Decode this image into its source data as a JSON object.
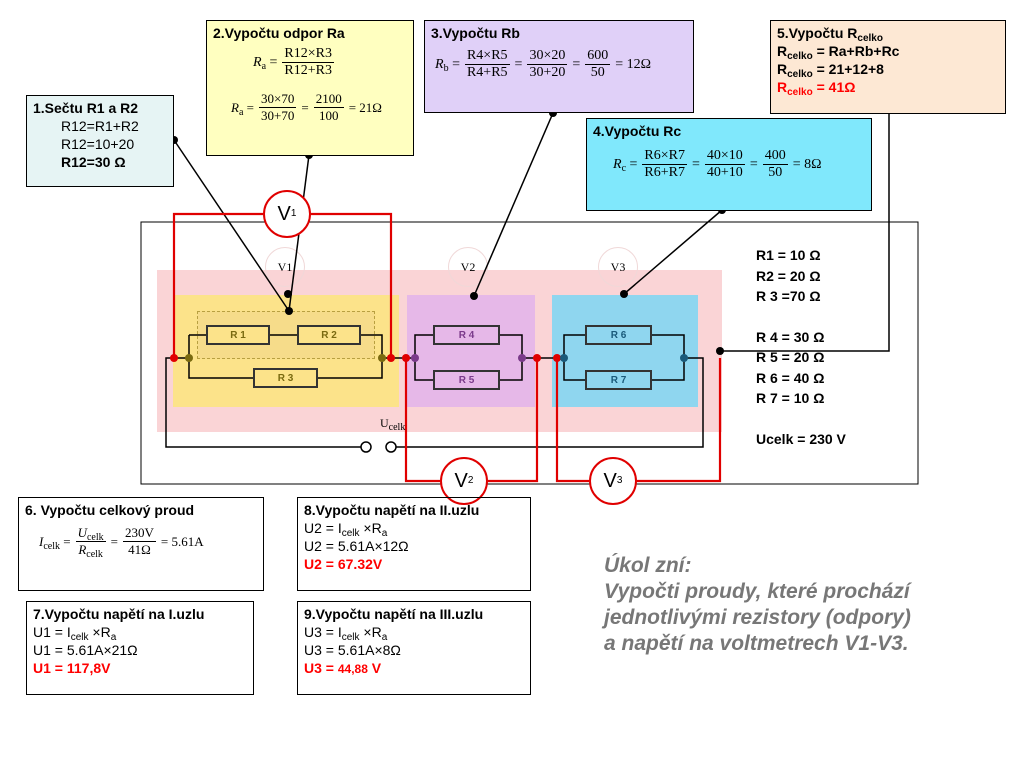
{
  "box1": {
    "title": "1.Sečtu R1 a R2",
    "line1": "R12=R1+R2",
    "line2": "R12=10+20",
    "result": "R12=30 Ω"
  },
  "box2": {
    "title": "2.Vypočtu odpor Ra",
    "f1_num": "R12×R3",
    "f1_den": "R12+R3",
    "f2_num1": "30×70",
    "f2_den1": "30+70",
    "f2_num2": "2100",
    "f2_den2": "100",
    "f2_res": "= 21Ω"
  },
  "box3": {
    "title": "3.Vypočtu Rb",
    "num1": "R4×R5",
    "den1": "R4+R5",
    "num2": "30×20",
    "den2": "30+20",
    "num3": "600",
    "den3": "50",
    "res": "= 12Ω"
  },
  "box4": {
    "title": "4.Vypočtu Rc",
    "num1": "R6×R7",
    "den1": "R6+R7",
    "num2": "40×10",
    "den2": "40+10",
    "num3": "400",
    "den3": "50",
    "res": "= 8Ω"
  },
  "box5": {
    "title": "5.Vypočtu R",
    "title_sub": "celko",
    "l1_sub": "celko",
    "l1": " = Ra+Rb+Rc",
    "l2_sub": "celko",
    "l2": " = 21+12+8",
    "l3_sub": "celko",
    "l3": " = 41Ω"
  },
  "values": {
    "r1": "R1 = 10 Ω",
    "r2": "R2 = 20 Ω",
    "r3": "R 3 =70 Ω",
    "r4": "R 4 = 30 Ω",
    "r5": "R 5 = 20 Ω",
    "r6": "R 6 = 40 Ω",
    "r7": "R 7 = 10 Ω",
    "ucelk": "Ucelk = 230 V"
  },
  "circuit": {
    "r1": "R 1",
    "r2": "R 2",
    "r3": "R 3",
    "r4": "R 4",
    "r5": "R 5",
    "r6": "R 6",
    "r7": "R 7",
    "ghost_v1": "V1",
    "ghost_v2": "V2",
    "ghost_v3": "V3",
    "ucelk": "U",
    "ucelk_sub": "celk"
  },
  "meters": {
    "v1": "V",
    "v1_sub": "1",
    "v2": "V",
    "v2_sub": "2",
    "v3": "V",
    "v3_sub": "3"
  },
  "box6": {
    "title": "6. Vypočtu celkový proud",
    "num1": "U",
    "num1_sub": "celk",
    "den1": "R",
    "den1_sub": "celk",
    "num2": "230V",
    "den2": "41Ω",
    "res": "= 5.61A"
  },
  "box7": {
    "title": "7.Vypočtu napětí na I.uzlu",
    "l1a": "U1 = I",
    "l1_sub": "celk",
    "l1b": " ×R",
    "l1_sub2": "a",
    "l2": "U1 = 5.61A×21Ω",
    "res": "U1 = 117,8V"
  },
  "box8": {
    "title": "8.Vypočtu napětí na II.uzlu",
    "l1a": "U2 = I",
    "l1_sub": "celk",
    "l1b": " ×R",
    "l1_sub2": "a",
    "l2": "U2 = 5.61A×12Ω",
    "res": "U2 = 67.32V"
  },
  "box9": {
    "title": "9.Vypočtu napětí na III.uzlu",
    "l1a": "U3 = I",
    "l1_sub": "celk",
    "l1b": " ×R",
    "l1_sub2": "a",
    "l2": "U3 = 5.61A×8Ω",
    "res_a": "U3 = ",
    "res_b": "44,88",
    "res_c": " V"
  },
  "task": {
    "line1": "Úkol zní:",
    "line2": "Vypočti proudy, které prochází",
    "line3": "jednotlivými rezistory (odpory)",
    "line4": "a napětí na voltmetrech V1-V3."
  },
  "colors": {
    "wire_red": "#e00000",
    "zone_pink": "#fad4d6",
    "zone_yellow": "#fce38a",
    "zone_purple": "#e6b8e8",
    "zone_blue": "#8fd6ef"
  }
}
